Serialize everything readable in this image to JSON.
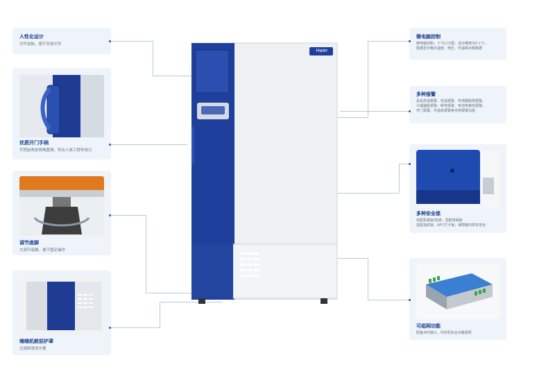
{
  "brand": "Haier",
  "left_features": [
    {
      "title": "人性化设计",
      "desc": "文件挂板，便于存放文件"
    },
    {
      "title": "优质开门手柄",
      "desc": "手把前角处倒角圆滑，符合人体工程学用力"
    },
    {
      "title": "调节底脚",
      "desc": "大调节底脚，便于固定操作"
    },
    {
      "title": "缩缩机舱前护罩",
      "desc": "过滤网清洗方便"
    }
  ],
  "right_features": [
    {
      "title": "微电脑控制",
      "desc_lines": [
        "微电脑控制，十寸LCD屏，显示精度为0.1℃，",
        "数据显示箱内温度、电压、环温等冰箱数据"
      ]
    },
    {
      "title": "多种报警",
      "desc_lines": [
        "具有高温报警、低温报警、传感器故障报警，",
        "冷凝器脏报警、断电报警、电池电量低报警，",
        "开门报警、环温高报警等多种报警功能"
      ]
    },
    {
      "title": "多种安全锁",
      "desc_lines": [
        "标配机械锁/挂锁，选配电磁锁",
        "选配指纹锁、NFC打卡锁，保障箱内样本安全"
      ]
    },
    {
      "title": "可组网功能",
      "desc_lines": [
        "配备485接口，可实现多台冰箱组网"
      ]
    }
  ],
  "colors": {
    "brand_blue": "#1f3f9c",
    "card_bg": "#eef4fa",
    "title_blue": "#1a3e8c",
    "body_grey": "#e3e7ec"
  }
}
